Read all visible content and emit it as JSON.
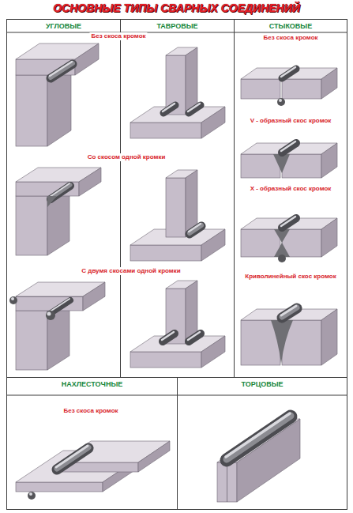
{
  "diagram": {
    "title": "ОСНОВНЫЕ ТИПЫ СВАРНЫХ СОЕДИНЕНИЙ",
    "nodes": [
      {
        "text": [
          "УГЛОВЫЕ"
        ]
      },
      {
        "text": [
          "ТАВРОВЫЕ"
        ]
      },
      {
        "text": [
          "СТЫКОВЫЕ"
        ]
      },
      {
        "text": [
          "НАХЛЕСТОЧНЫЕ"
        ]
      },
      {
        "text": [
          "ТОРЦОВЫЕ"
        ]
      }
    ],
    "labels": [
      "Без скоса кромок",
      "Со скосом одной кромки",
      "С двумя скосами одной кромки",
      "Без скоса кромок",
      "V - образный скос кромок",
      "X - образный скос кромок",
      "Криволинейный скос кромок",
      "Без скоса кромок"
    ]
  }
}
